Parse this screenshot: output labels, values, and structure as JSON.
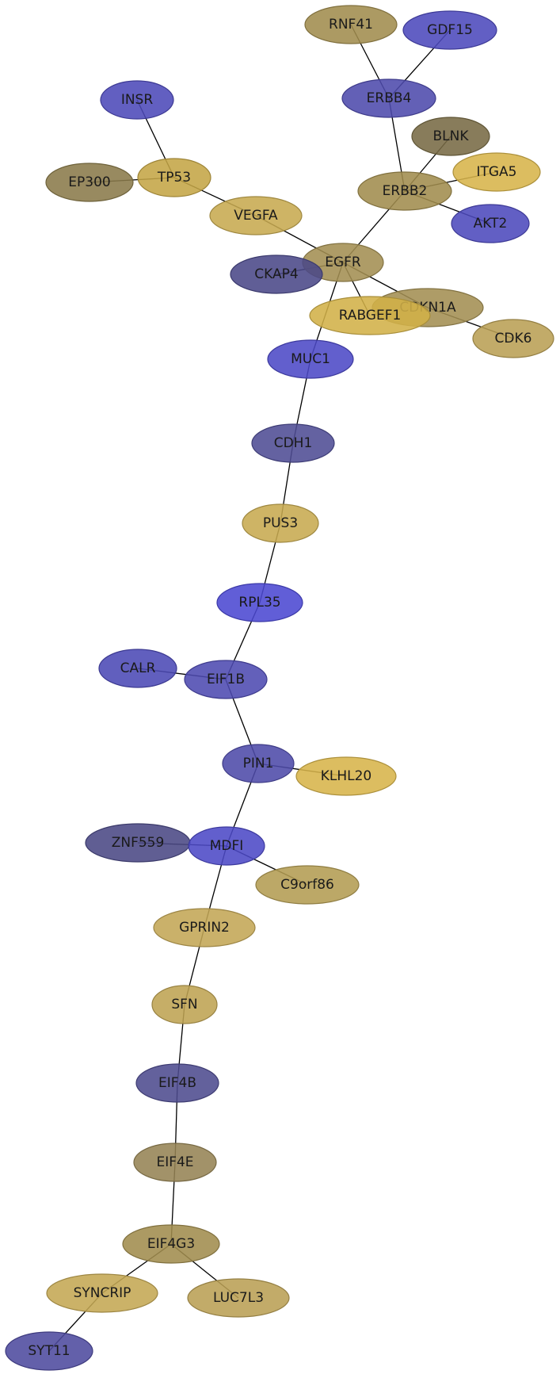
{
  "nodes": [
    {
      "id": "RNF41",
      "label": "RNF41",
      "color": "#a08c4d"
    },
    {
      "id": "GDF15",
      "label": "GDF15",
      "color": "#4c49bc"
    },
    {
      "id": "ERBB4",
      "label": "ERBB4",
      "color": "#4d4aac"
    },
    {
      "id": "INSR",
      "label": "INSR",
      "color": "#4c49b8"
    },
    {
      "id": "BLNK",
      "label": "BLNK",
      "color": "#776a44"
    },
    {
      "id": "TP53",
      "label": "TP53",
      "color": "#c4a545"
    },
    {
      "id": "ITGA5",
      "label": "ITGA5",
      "color": "#d7b44a"
    },
    {
      "id": "EP300",
      "label": "EP300",
      "color": "#8a7a4a"
    },
    {
      "id": "ERBB2",
      "label": "ERBB2",
      "color": "#a08c4d"
    },
    {
      "id": "VEGFA",
      "label": "VEGFA",
      "color": "#c7aa50"
    },
    {
      "id": "AKT2",
      "label": "AKT2",
      "color": "#4c49bc"
    },
    {
      "id": "EGFR",
      "label": "EGFR",
      "color": "#a38e52"
    },
    {
      "id": "CKAP4",
      "label": "CKAP4",
      "color": "#4a4888"
    },
    {
      "id": "CDKN1A",
      "label": "CDKN1A",
      "color": "#a38e52"
    },
    {
      "id": "RABGEF1",
      "label": "RABGEF1",
      "color": "#d2b148"
    },
    {
      "id": "CDK6",
      "label": "CDK6",
      "color": "#b99f54"
    },
    {
      "id": "MUC1",
      "label": "MUC1",
      "color": "#4c49c6"
    },
    {
      "id": "CDH1",
      "label": "CDH1",
      "color": "#4e4c94"
    },
    {
      "id": "PUS3",
      "label": "PUS3",
      "color": "#c7aa50"
    },
    {
      "id": "RPL35",
      "label": "RPL35",
      "color": "#4b48d2"
    },
    {
      "id": "CALR",
      "label": "CALR",
      "color": "#4b49b5"
    },
    {
      "id": "EIF1B",
      "label": "EIF1B",
      "color": "#4d4ab0"
    },
    {
      "id": "PIN1",
      "label": "PIN1",
      "color": "#4d4aa8"
    },
    {
      "id": "KLHL20",
      "label": "KLHL20",
      "color": "#d7b44a"
    },
    {
      "id": "ZNF559",
      "label": "ZNF559",
      "color": "#4a4884"
    },
    {
      "id": "MDFI",
      "label": "MDFI",
      "color": "#4c49c6"
    },
    {
      "id": "C9orf86",
      "label": "C9orf86",
      "color": "#b39c52"
    },
    {
      "id": "GPRIN2",
      "label": "GPRIN2",
      "color": "#c3a655"
    },
    {
      "id": "SFN",
      "label": "SFN",
      "color": "#bea352"
    },
    {
      "id": "EIF4B",
      "label": "EIF4B",
      "color": "#4d4b8e"
    },
    {
      "id": "EIF4E",
      "label": "EIF4E",
      "color": "#958354"
    },
    {
      "id": "EIF4G3",
      "label": "EIF4G3",
      "color": "#a08c4d"
    },
    {
      "id": "SYNCRIP",
      "label": "SYNCRIP",
      "color": "#c4a753"
    },
    {
      "id": "LUC7L3",
      "label": "LUC7L3",
      "color": "#b99f54"
    },
    {
      "id": "SYT11",
      "label": "SYT11",
      "color": "#4d4a9e"
    }
  ],
  "edges": [
    [
      "RNF41",
      "ERBB4"
    ],
    [
      "GDF15",
      "ERBB4"
    ],
    [
      "ERBB4",
      "ERBB2"
    ],
    [
      "INSR",
      "TP53"
    ],
    [
      "EP300",
      "TP53"
    ],
    [
      "TP53",
      "VEGFA"
    ],
    [
      "BLNK",
      "ERBB2"
    ],
    [
      "ITGA5",
      "ERBB2"
    ],
    [
      "ERBB2",
      "AKT2"
    ],
    [
      "ERBB2",
      "EGFR"
    ],
    [
      "VEGFA",
      "EGFR"
    ],
    [
      "EGFR",
      "CKAP4"
    ],
    [
      "EGFR",
      "RABGEF1"
    ],
    [
      "EGFR",
      "CDKN1A"
    ],
    [
      "EGFR",
      "MUC1"
    ],
    [
      "CDKN1A",
      "CDK6"
    ],
    [
      "MUC1",
      "CDH1"
    ],
    [
      "CDH1",
      "PUS3"
    ],
    [
      "PUS3",
      "RPL35"
    ],
    [
      "RPL35",
      "EIF1B"
    ],
    [
      "CALR",
      "EIF1B"
    ],
    [
      "EIF1B",
      "PIN1"
    ],
    [
      "PIN1",
      "KLHL20"
    ],
    [
      "PIN1",
      "MDFI"
    ],
    [
      "ZNF559",
      "MDFI"
    ],
    [
      "MDFI",
      "C9orf86"
    ],
    [
      "MDFI",
      "GPRIN2"
    ],
    [
      "GPRIN2",
      "SFN"
    ],
    [
      "SFN",
      "EIF4B"
    ],
    [
      "EIF4B",
      "EIF4E"
    ],
    [
      "EIF4E",
      "EIF4G3"
    ],
    [
      "EIF4G3",
      "SYNCRIP"
    ],
    [
      "EIF4G3",
      "LUC7L3"
    ],
    [
      "SYNCRIP",
      "SYT11"
    ]
  ]
}
